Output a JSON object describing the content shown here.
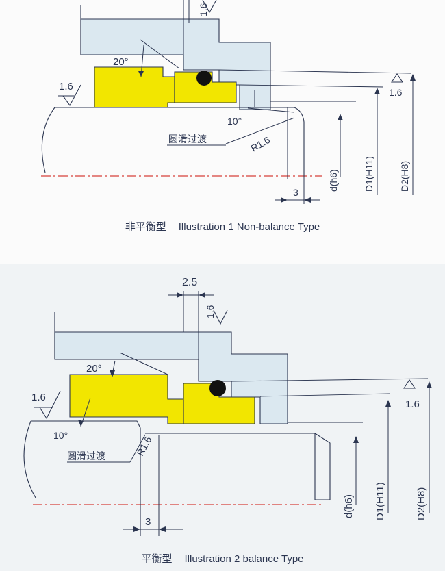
{
  "colors": {
    "background_top": "#fbfbfb",
    "background_bottom": "#f0f3f5",
    "housing": "#dbe8f0",
    "seal_ring": "#f2e600",
    "o_ring": "#111111",
    "line": "#2b3550",
    "centerline": "#d6403a"
  },
  "diagrams": [
    {
      "caption_cn": "非平衡型",
      "caption_en": "Illustration 1 Non-balance Type",
      "labels": {
        "angle_top": "20°",
        "angle_bottom": "10°",
        "roughness_left": "1.6",
        "roughness_top": "1.6",
        "roughness_right": "1.6",
        "smooth_transition": "圆滑过渡",
        "radius": "R1.6",
        "dim_chamfer": "3",
        "dim_d": "d(h6)",
        "dim_d1": "D1(H11)",
        "dim_d2": "D2(H8)"
      }
    },
    {
      "caption_cn": "平衡型",
      "caption_en": "Illustration 2 balance Type",
      "labels": {
        "dim_step": "2.5",
        "angle_top": "20°",
        "angle_bottom": "10°",
        "roughness_left": "1.6",
        "roughness_top": "1.6",
        "roughness_right": "1.6",
        "smooth_transition": "圆滑过渡",
        "radius": "R1.6",
        "dim_chamfer": "3",
        "dim_d": "d(h6)",
        "dim_d1": "D1(H11)",
        "dim_d2": "D2(H8)"
      }
    }
  ]
}
